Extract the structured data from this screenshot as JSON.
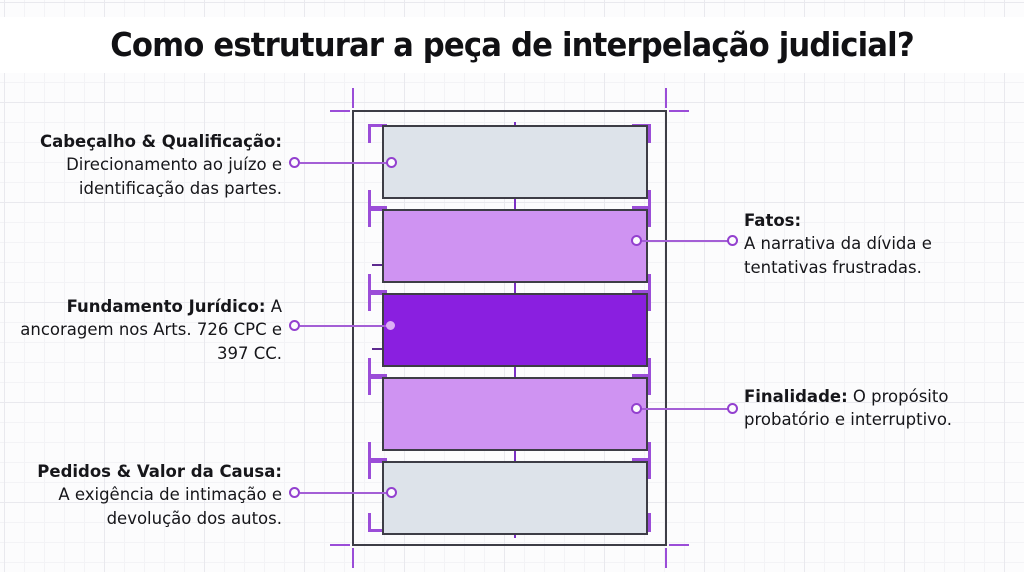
{
  "header": {
    "title": "Como estruturar a peça de interpelação judicial?"
  },
  "theme": {
    "accent_purple": "#9b4dd8",
    "deep_purple": "#7b2fc4",
    "frame_dark": "#3d3d46",
    "bar_gray": "#dde3ea",
    "bar_light_purple": "#cf93f2",
    "bar_vivid_purple": "#8a1fe0",
    "text_dark": "#16161a",
    "page_bg": "#fcfcfd",
    "grid_line": "#e9e9ee"
  },
  "diagram": {
    "name": "document-structure-diagram",
    "sections": [
      {
        "id": "cabecalho",
        "fill_color": "#dde3ea",
        "dot_side": "left",
        "dot_style": "hollow"
      },
      {
        "id": "fatos",
        "fill_color": "#cf93f2",
        "dot_side": "right",
        "dot_style": "hollow"
      },
      {
        "id": "fundamento",
        "fill_color": "#8a1fe0",
        "dot_side": "left",
        "dot_style": "filled-light"
      },
      {
        "id": "finalidade",
        "fill_color": "#cf93f2",
        "dot_side": "right",
        "dot_style": "hollow"
      },
      {
        "id": "pedidos",
        "fill_color": "#dde3ea",
        "dot_side": "left",
        "dot_style": "hollow"
      }
    ]
  },
  "callouts": {
    "cabecalho": {
      "heading": "Cabeçalho & Qualificação:",
      "body": "Direcionamento ao juízo e identificação das partes."
    },
    "fatos": {
      "heading": "Fatos:",
      "body": "A narrativa da dívida e tentativas frustradas."
    },
    "fundamento": {
      "heading": "Fundamento Jurídico:",
      "body": "A ancoragem nos Arts. 726 CPC e 397 CC."
    },
    "finalidade": {
      "heading": "Finalidade:",
      "body": "O propósito probatório e interruptivo."
    },
    "pedidos": {
      "heading": "Pedidos & Valor da Causa:",
      "body": "A exigência de intimação e devolução dos autos."
    }
  }
}
